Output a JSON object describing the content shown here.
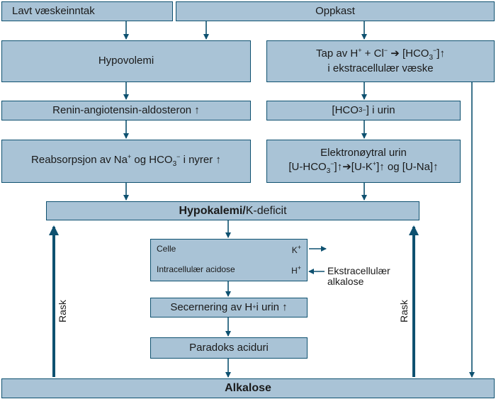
{
  "boxes": {
    "low_intake": "Lavt væskeinntak",
    "vomiting": "Oppkast",
    "hypovolemia": "Hypovolemi",
    "tap_line1_a": "Tap av H",
    "tap_line1_b": " + Cl",
    "tap_line1_c": "[HCO",
    "tap_line2": "i ekstracellulær væske",
    "renin": "Renin-angiotensin-aldosteron",
    "hco3_urine_a": "[HCO",
    "hco3_urine_b": "] i urin",
    "reabs_a": "Reabsorpsjon av Na",
    "reabs_b": " og HCO",
    "reabs_c": " i nyrer",
    "elec_line1": "Elektronøytral urin",
    "elec_a": "[U-HCO",
    "elec_b": "[U-K",
    "elec_c": " og [U-Na]",
    "hypo_bold": "Hypokalemi/",
    "hypo_rest": "K-deficit",
    "cell_label": "Celle",
    "cell_k": "K",
    "cell_acid": "Intracellulær acidose",
    "cell_h": "H",
    "secern_a": "Secernering av H",
    "secern_b": " i urin",
    "paradox": "Paradoks aciduri",
    "alkalose": "Alkalose"
  },
  "labels": {
    "extracell_1": "Ekstracellulær",
    "extracell_2": "alkalose",
    "rask_left": "Rask",
    "rask_right": "Rask"
  },
  "colors": {
    "box_fill": "#a9c3d6",
    "line": "#0e5170"
  }
}
